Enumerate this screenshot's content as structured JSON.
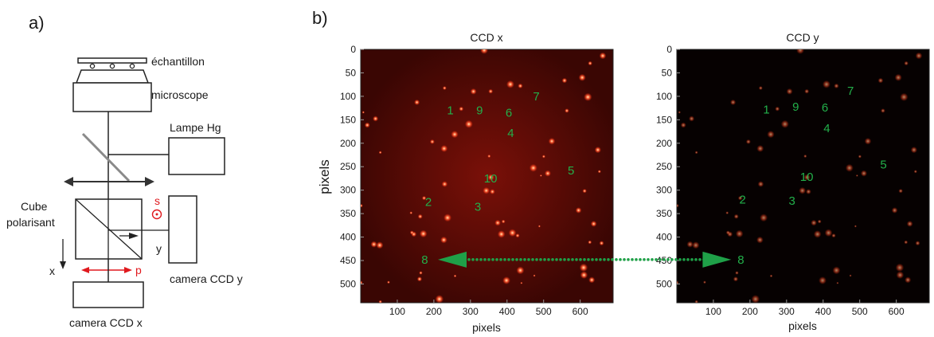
{
  "panel_a": {
    "label": "a)",
    "sample": "échantillon",
    "microscope": "microscope",
    "lamp": "Lampe Hg",
    "cube_line1": "Cube",
    "cube_line2": "polarisant",
    "s": "s",
    "p": "p",
    "x_axis": "x",
    "y_axis": "y",
    "cam_y": "camera CCD y",
    "cam_x": "camera CCD x"
  },
  "panel_b": {
    "label": "b)",
    "ylabel": "pixels",
    "y_ticks": [
      "0",
      "50",
      "100",
      "150",
      "200",
      "250",
      "300",
      "350",
      "400",
      "450",
      "500"
    ],
    "x_ticks": [
      "100",
      "200",
      "300",
      "400",
      "500",
      "600"
    ],
    "left": {
      "title": "CCD x",
      "xlabel": "pixels",
      "bg": "#3e0703",
      "markers": [
        {
          "id": "1",
          "x": 245,
          "y": 130
        },
        {
          "id": "9",
          "x": 325,
          "y": 130
        },
        {
          "id": "6",
          "x": 405,
          "y": 135
        },
        {
          "id": "7",
          "x": 480,
          "y": 100
        },
        {
          "id": "4",
          "x": 410,
          "y": 178
        },
        {
          "id": "10",
          "x": 355,
          "y": 275
        },
        {
          "id": "5",
          "x": 575,
          "y": 258
        },
        {
          "id": "2",
          "x": 185,
          "y": 325
        },
        {
          "id": "3",
          "x": 320,
          "y": 335
        },
        {
          "id": "8",
          "x": 175,
          "y": 448
        }
      ]
    },
    "right": {
      "title": "CCD y",
      "xlabel": "pixels",
      "bg": "#050000",
      "markers": [
        {
          "id": "1",
          "x": 245,
          "y": 128
        },
        {
          "id": "9",
          "x": 325,
          "y": 122
        },
        {
          "id": "6",
          "x": 405,
          "y": 124
        },
        {
          "id": "7",
          "x": 475,
          "y": 88
        },
        {
          "id": "4",
          "x": 410,
          "y": 168
        },
        {
          "id": "10",
          "x": 355,
          "y": 272
        },
        {
          "id": "5",
          "x": 565,
          "y": 245
        },
        {
          "id": "2",
          "x": 180,
          "y": 320
        },
        {
          "id": "3",
          "x": 315,
          "y": 323
        },
        {
          "id": "8",
          "x": 175,
          "y": 448
        }
      ]
    },
    "arrow_color": "#1fa048"
  }
}
